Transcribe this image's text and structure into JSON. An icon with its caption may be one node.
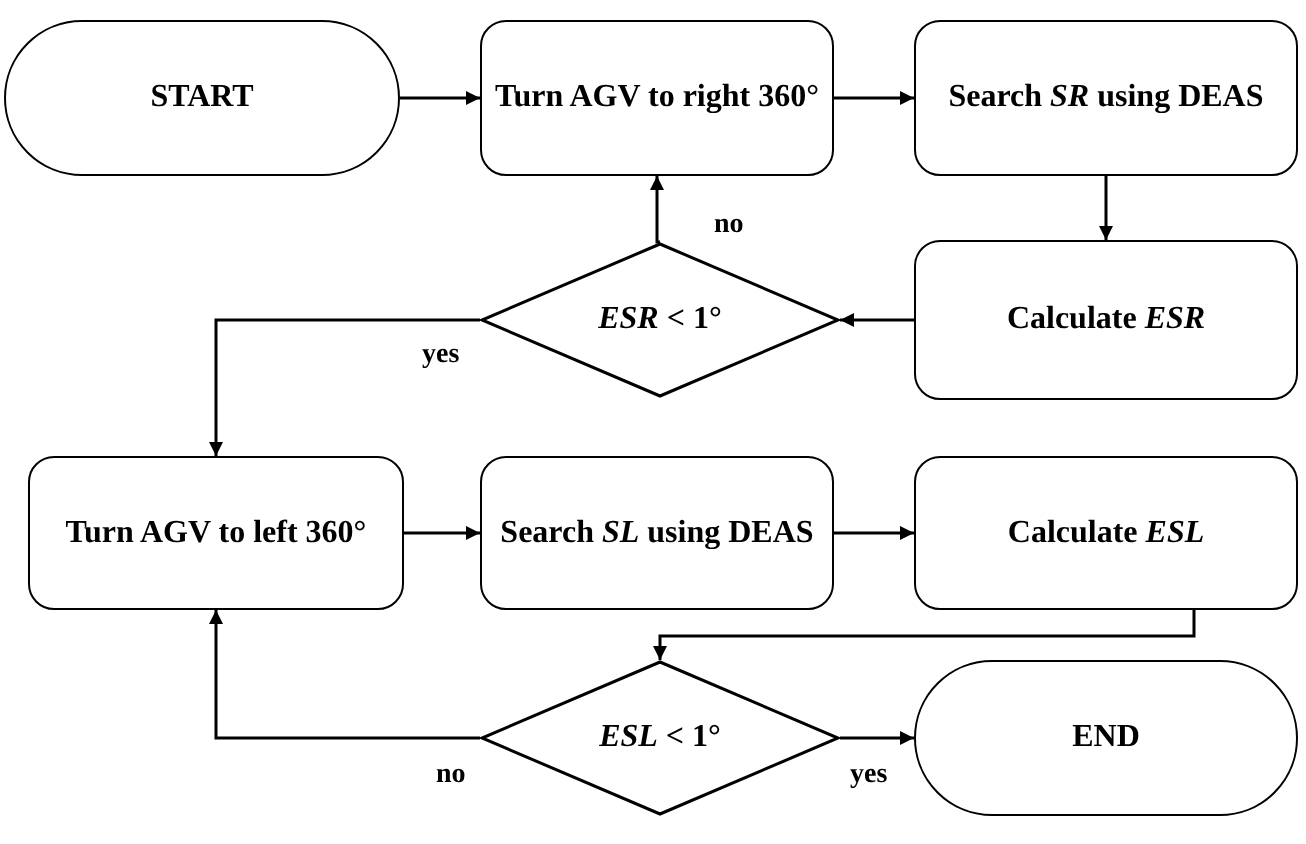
{
  "diagram": {
    "nodes": [
      {
        "text": [
          "START"
        ]
      },
      {
        "text": [
          "Turn AGV to right 360°"
        ]
      },
      {
        "text": [
          "Search *SR* using DEAS"
        ]
      },
      {
        "text": [
          "Calculate *ESR*"
        ]
      },
      {
        "text": [
          "*ESR* < 1°"
        ]
      },
      {
        "text": [
          "Turn AGV to left 360°"
        ]
      },
      {
        "text": [
          "Search *SL* using DEAS"
        ]
      },
      {
        "text": [
          "Calculate *ESL*"
        ]
      },
      {
        "text": [
          "*ESL* < 1°"
        ]
      },
      {
        "text": [
          "END"
        ]
      }
    ],
    "edges": [
      {
        "from": 0,
        "to": 1,
        "arrow": "to"
      },
      {
        "from": 1,
        "to": 2,
        "arrow": "to"
      },
      {
        "from": 2,
        "to": 3,
        "arrow": "to"
      },
      {
        "from": 3,
        "to": 4,
        "arrow": "to"
      },
      {
        "from": 4,
        "to": 1,
        "arrow": "to",
        "label": "no"
      },
      {
        "from": 4,
        "to": 5,
        "arrow": "to",
        "label": "yes"
      },
      {
        "from": 5,
        "to": 6,
        "arrow": "to"
      },
      {
        "from": 6,
        "to": 7,
        "arrow": "to"
      },
      {
        "from": 7,
        "to": 8,
        "arrow": "to"
      },
      {
        "from": 8,
        "to": 5,
        "arrow": "to",
        "label": "no"
      },
      {
        "from": 8,
        "to": 9,
        "arrow": "to",
        "label": "yes"
      }
    ]
  }
}
